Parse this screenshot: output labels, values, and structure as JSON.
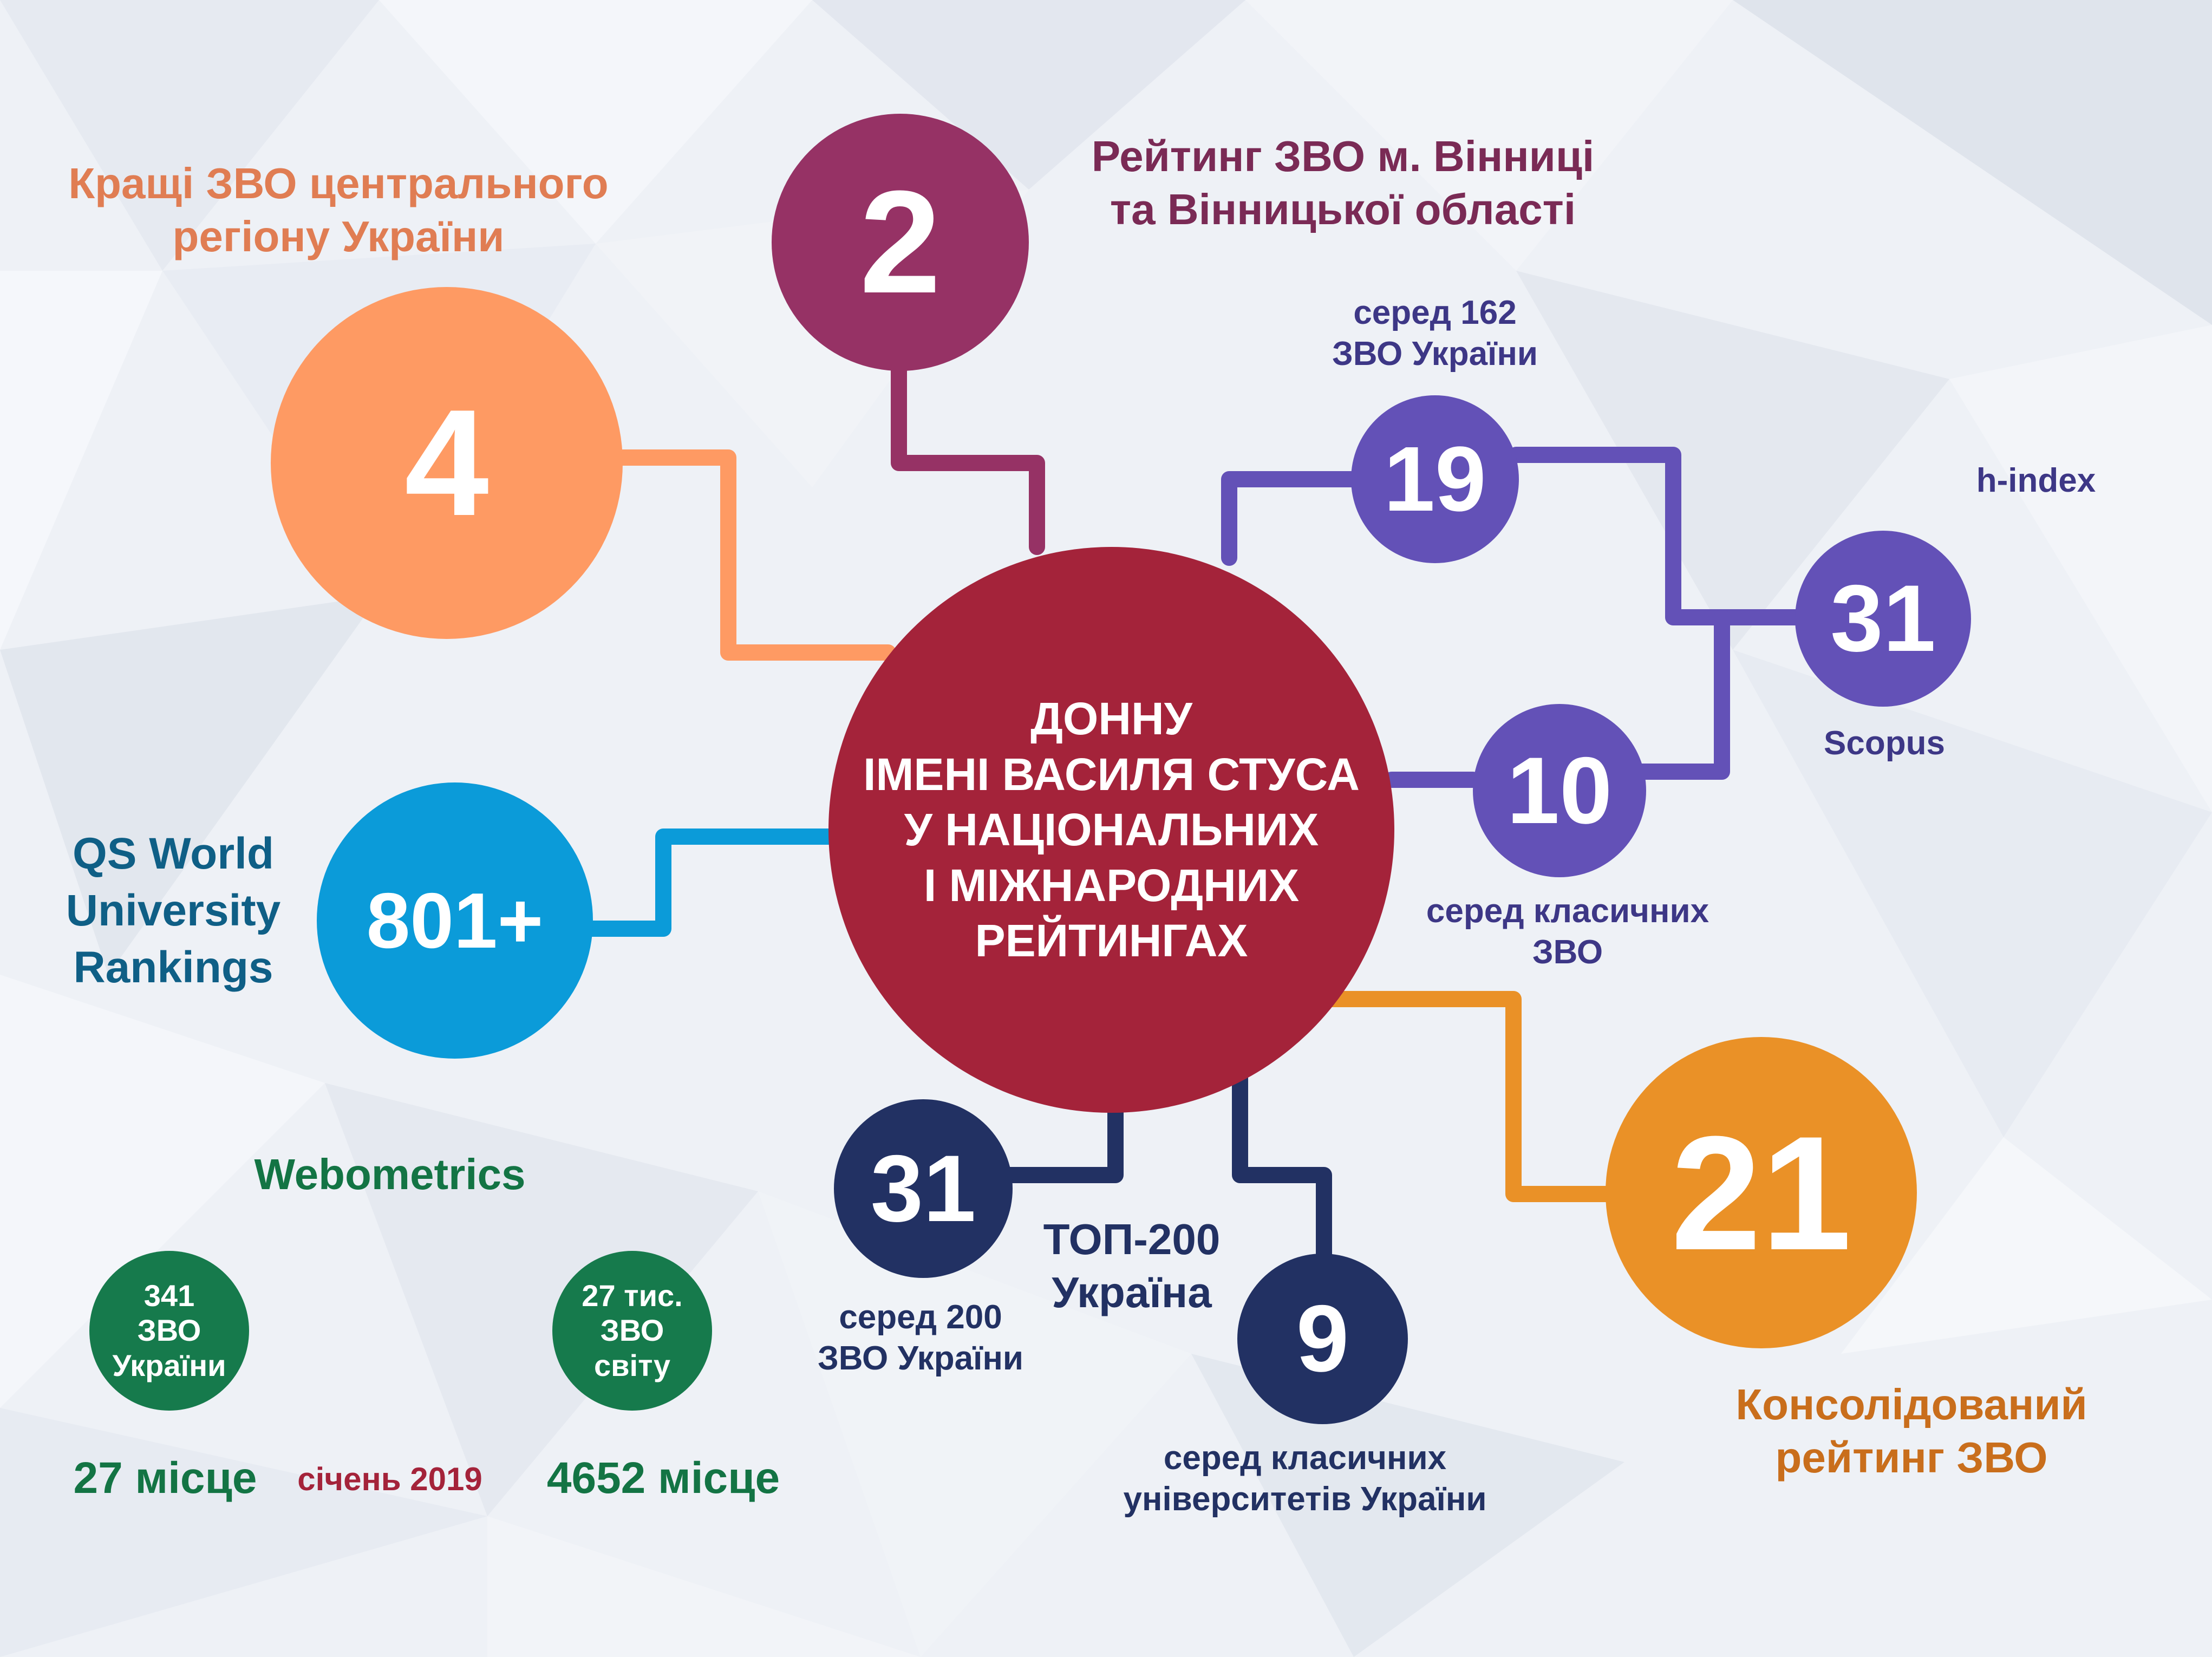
{
  "colors": {
    "center": "#a4233a",
    "plum": "#963265",
    "peach": "#fe9a63",
    "sky": "#0b9bd9",
    "purple": "#6351b7",
    "navy": "#223163",
    "orange": "#ea9127",
    "green": "#167a4c",
    "label_peach": "#e07d53",
    "label_plum": "#7a2a55",
    "label_purple": "#3d3786",
    "label_navy": "#223163",
    "label_blue": "#0f5f86",
    "label_orange": "#c96e1c",
    "label_green": "#137444",
    "label_red": "#a4233a"
  },
  "center": {
    "lines": [
      "ДОННУ",
      "ІМЕНІ ВАСИЛЯ СТУСА",
      "У НАЦІОНАЛЬНИХ",
      "І МІЖНАРОДНИХ",
      "РЕЙТИНГАХ"
    ]
  },
  "nodes": {
    "central_region": {
      "value": "4",
      "title_lines": [
        "Кращі ЗВО центрального",
        "регіону України"
      ]
    },
    "vinnytsia": {
      "value": "2",
      "title_lines": [
        "Рейтинг ЗВО м. Вінниці",
        "та Вінницької області"
      ]
    },
    "among_162": {
      "value": "19",
      "caption_lines": [
        "серед 162",
        "ЗВО України"
      ]
    },
    "scopus": {
      "value": "31",
      "top_label": "h-index",
      "bottom_label": "Scopus"
    },
    "classic_zvo": {
      "value": "10",
      "caption_lines": [
        "серед класичних",
        "ЗВО"
      ]
    },
    "qs": {
      "value": "801+",
      "title_lines": [
        "QS World",
        "University",
        "Rankings"
      ]
    },
    "top200": {
      "value": "31",
      "caption_lines": [
        "серед 200",
        "ЗВО України"
      ],
      "title_lines": [
        "ТОП-200",
        "Україна"
      ]
    },
    "classic_univ": {
      "value": "9",
      "caption_lines": [
        "серед класичних",
        "університетів України"
      ]
    },
    "consolidated": {
      "value": "21",
      "title_lines": [
        "Консолідований",
        "рейтинг ЗВО"
      ]
    }
  },
  "webometrics": {
    "title": "Webometrics",
    "date": "січень 2019",
    "ukraine": {
      "circle_lines": [
        "341",
        "ЗВО",
        "України"
      ],
      "place": "27 місце"
    },
    "world": {
      "circle_lines": [
        "27 тис.",
        "ЗВО",
        "світу"
      ],
      "place": "4652 місце"
    }
  }
}
